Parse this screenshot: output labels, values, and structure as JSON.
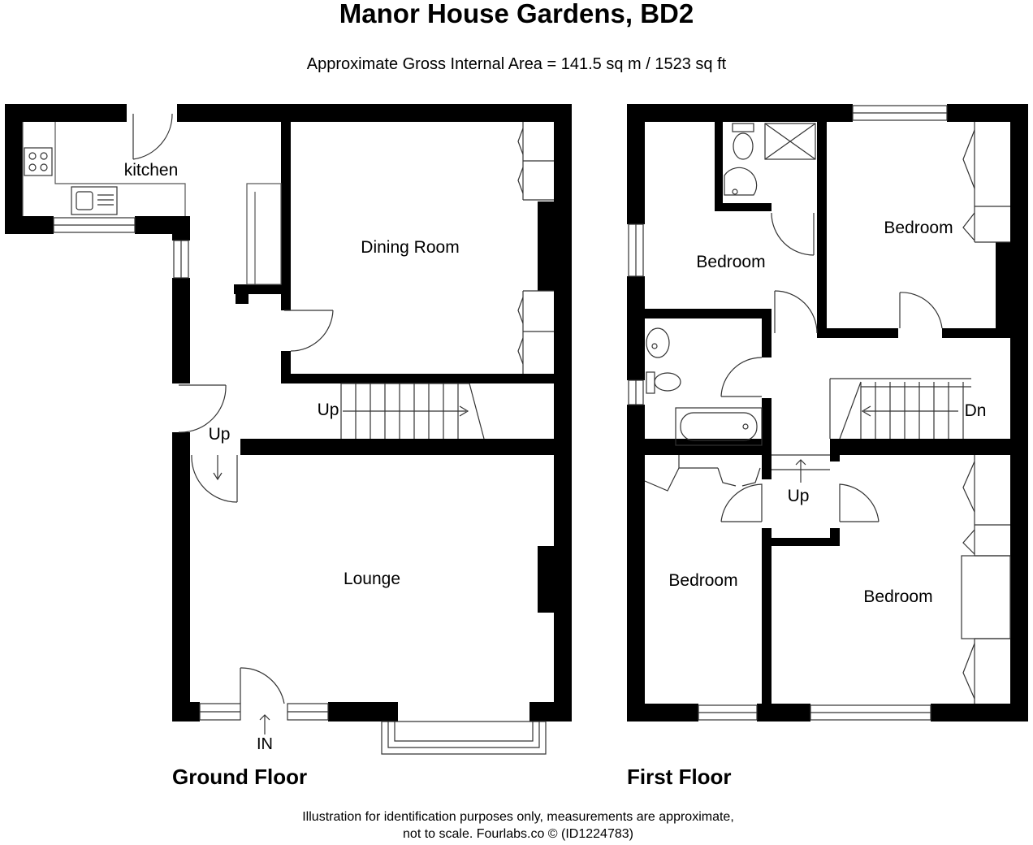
{
  "title": "Manor House Gardens, BD2",
  "subtitle": "Approximate Gross Internal Area = 141.5 sq m / 1523 sq ft",
  "ground_floor": {
    "label": "Ground Floor",
    "rooms": {
      "kitchen": "kitchen",
      "dining": "Dining Room",
      "lounge": "Lounge"
    },
    "stairs_up": "Up",
    "hall_up": "Up",
    "entrance": "IN"
  },
  "first_floor": {
    "label": "First Floor",
    "rooms": {
      "bedroom_nw": "Bedroom",
      "bedroom_ne": "Bedroom",
      "bedroom_sw": "Bedroom",
      "bedroom_se": "Bedroom"
    },
    "stairs_down": "Dn",
    "landing_up": "Up"
  },
  "footer": {
    "line1": "Illustration for identification purposes only, measurements are approximate,",
    "line2": "not to scale. Fourlabs.co © (ID1224783)"
  },
  "colors": {
    "wall": "#000000",
    "fixture": "#555555",
    "background": "#ffffff"
  }
}
